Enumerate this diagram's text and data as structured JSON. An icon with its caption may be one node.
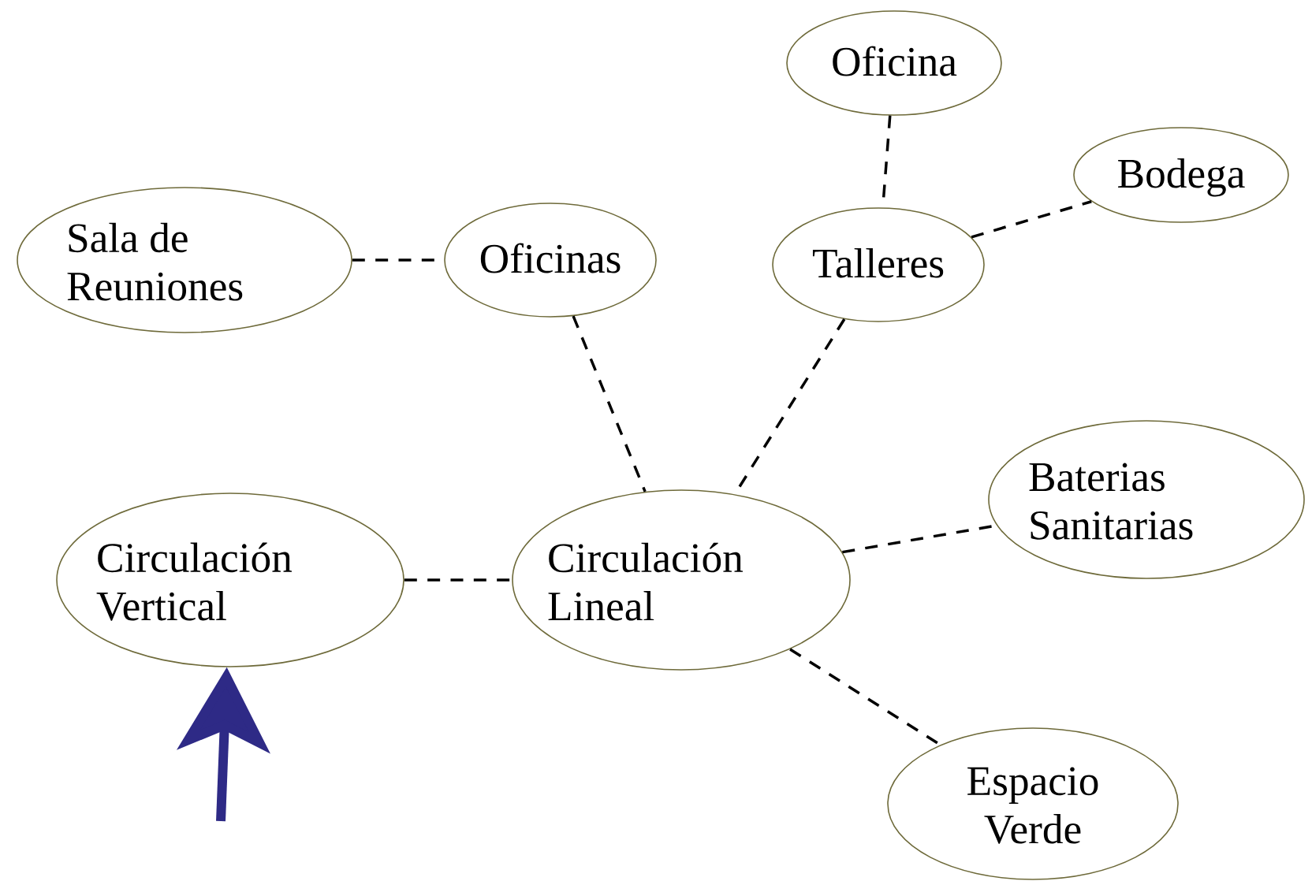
{
  "diagram": {
    "nodes": [
      {
        "text": [
          "Oficina"
        ]
      },
      {
        "text": [
          "Bodega"
        ]
      },
      {
        "text": [
          "Sala de Reuniones"
        ]
      },
      {
        "text": [
          "Oficinas"
        ]
      },
      {
        "text": [
          "Talleres"
        ]
      },
      {
        "text": [
          "Circulación Vertical"
        ]
      },
      {
        "text": [
          "Circulación Lineal"
        ]
      },
      {
        "text": [
          "Baterias Sanitarias"
        ]
      },
      {
        "text": [
          "Espacio Verde"
        ]
      }
    ],
    "edges": [
      {
        "from": 2,
        "to": 3,
        "arrow": "none",
        "style": "dashed"
      },
      {
        "from": 3,
        "to": 6,
        "arrow": "none",
        "style": "dashed"
      },
      {
        "from": 0,
        "to": 4,
        "arrow": "none",
        "style": "dashed"
      },
      {
        "from": 4,
        "to": 1,
        "arrow": "none",
        "style": "dashed"
      },
      {
        "from": 4,
        "to": 6,
        "arrow": "none",
        "style": "dashed"
      },
      {
        "from": 5,
        "to": 6,
        "arrow": "none",
        "style": "dashed"
      },
      {
        "from": 6,
        "to": 7,
        "arrow": "none",
        "style": "dashed"
      },
      {
        "from": 6,
        "to": 8,
        "arrow": "none",
        "style": "dashed"
      },
      {
        "from": null,
        "to": 5,
        "arrow": "to",
        "style": "thick",
        "color": "#2e2a86"
      }
    ]
  }
}
